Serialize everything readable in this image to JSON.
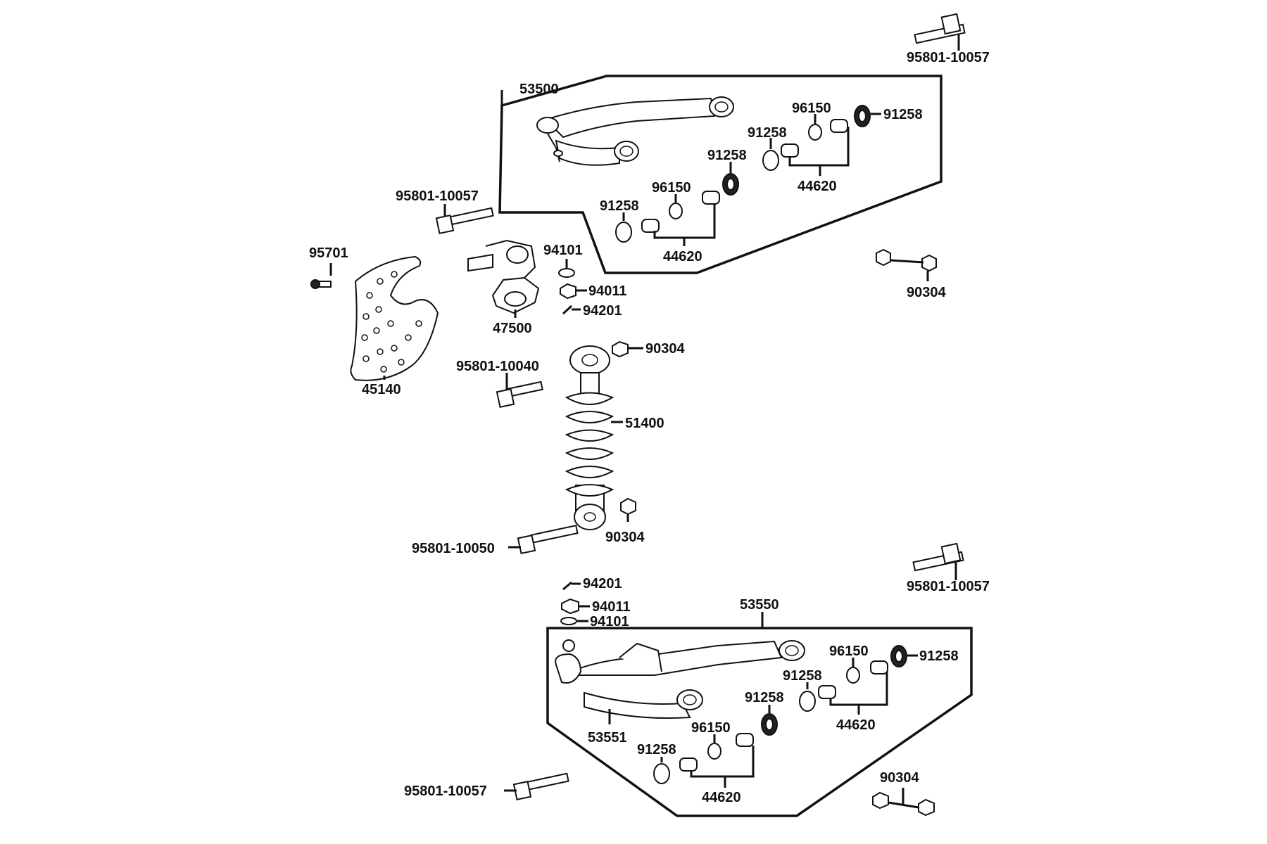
{
  "part_labels": {
    "p95801_10057_top": "95801-10057",
    "p53500": "53500",
    "p96150_a": "96150",
    "p91258_a": "91258",
    "p91258_b": "91258",
    "p91258_c": "91258",
    "p44620_a": "44620",
    "p95801_10057_mid": "95801-10057",
    "p96150_b": "96150",
    "p91258_d": "91258",
    "p44620_b": "44620",
    "p95701": "95701",
    "p94101_a": "94101",
    "p94011_a": "94011",
    "p94201_a": "94201",
    "p47500": "47500",
    "p90304_a": "90304",
    "p45140": "45140",
    "p90304_b": "90304",
    "p95801_10040": "95801-10040",
    "p51400": "51400",
    "p90304_c": "90304",
    "p95801_10050": "95801-10050",
    "p95801_10057_right": "95801-10057",
    "p94201_b": "94201",
    "p94011_b": "94011",
    "p94101_b": "94101",
    "p53550": "53550",
    "p96150_c": "96150",
    "p91258_e": "91258",
    "p91258_f": "91258",
    "p91258_g": "91258",
    "p53551": "53551",
    "p44620_c": "44620",
    "p96150_d": "96150",
    "p91258_h": "91258",
    "p44620_d": "44620",
    "p95801_10057_bottom": "95801-10057",
    "p90304_d": "90304"
  }
}
